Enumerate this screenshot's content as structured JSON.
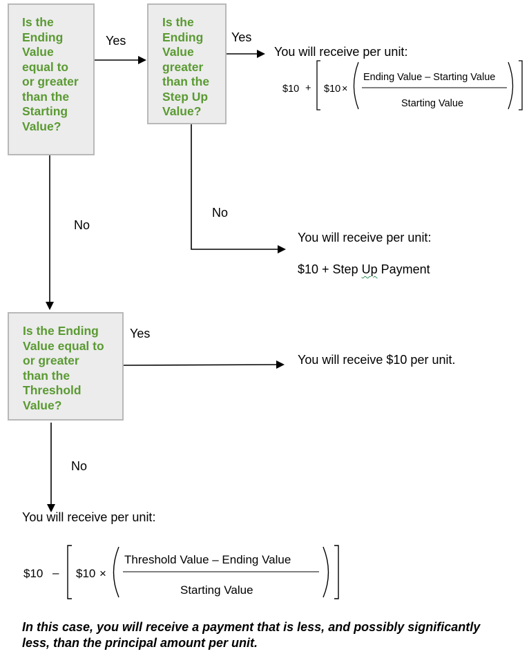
{
  "boxes": {
    "q1": [
      "Is the",
      "Ending",
      "Value",
      "equal to",
      "or greater",
      "than the",
      "Starting",
      "Value?"
    ],
    "q2": [
      "Is the",
      "Ending",
      "Value",
      "greater",
      "than the",
      "Step Up",
      "Value?"
    ],
    "q3": [
      "Is the Ending",
      "Value equal to",
      "or greater",
      "than the",
      "Threshold",
      "Value?"
    ]
  },
  "labels": {
    "yes1": "Yes",
    "yes2": "Yes",
    "no1": "No",
    "no2": "No",
    "yes3": "Yes",
    "no3": "No"
  },
  "outcomes": {
    "o1_title": "You will receive per unit:",
    "o2_title": "You will receive per unit:",
    "o2_value_prefix": "$10 + Step ",
    "o2_value_up": "Up",
    "o2_value_suffix": " Payment",
    "o3": "You will receive $10 per unit.",
    "o4_title": "You will receive per unit:"
  },
  "formulas": {
    "f1": {
      "lead": "$10",
      "op": "+",
      "inner": "$10",
      "times": "×",
      "numerator": "Ending Value – Starting Value",
      "denominator": "Starting Value"
    },
    "f2": {
      "lead": "$10",
      "op": "–",
      "inner": "$10",
      "times": "×",
      "numerator": "Threshold Value – Ending Value",
      "denominator": "Starting Value"
    }
  },
  "note": "In this case, you will receive a payment that is less, and possibly significantly less, than the principal amount per unit.",
  "colors": {
    "question_text": "#5a9a32",
    "box_fill": "#ececec",
    "box_border": "#b8b8b8"
  }
}
